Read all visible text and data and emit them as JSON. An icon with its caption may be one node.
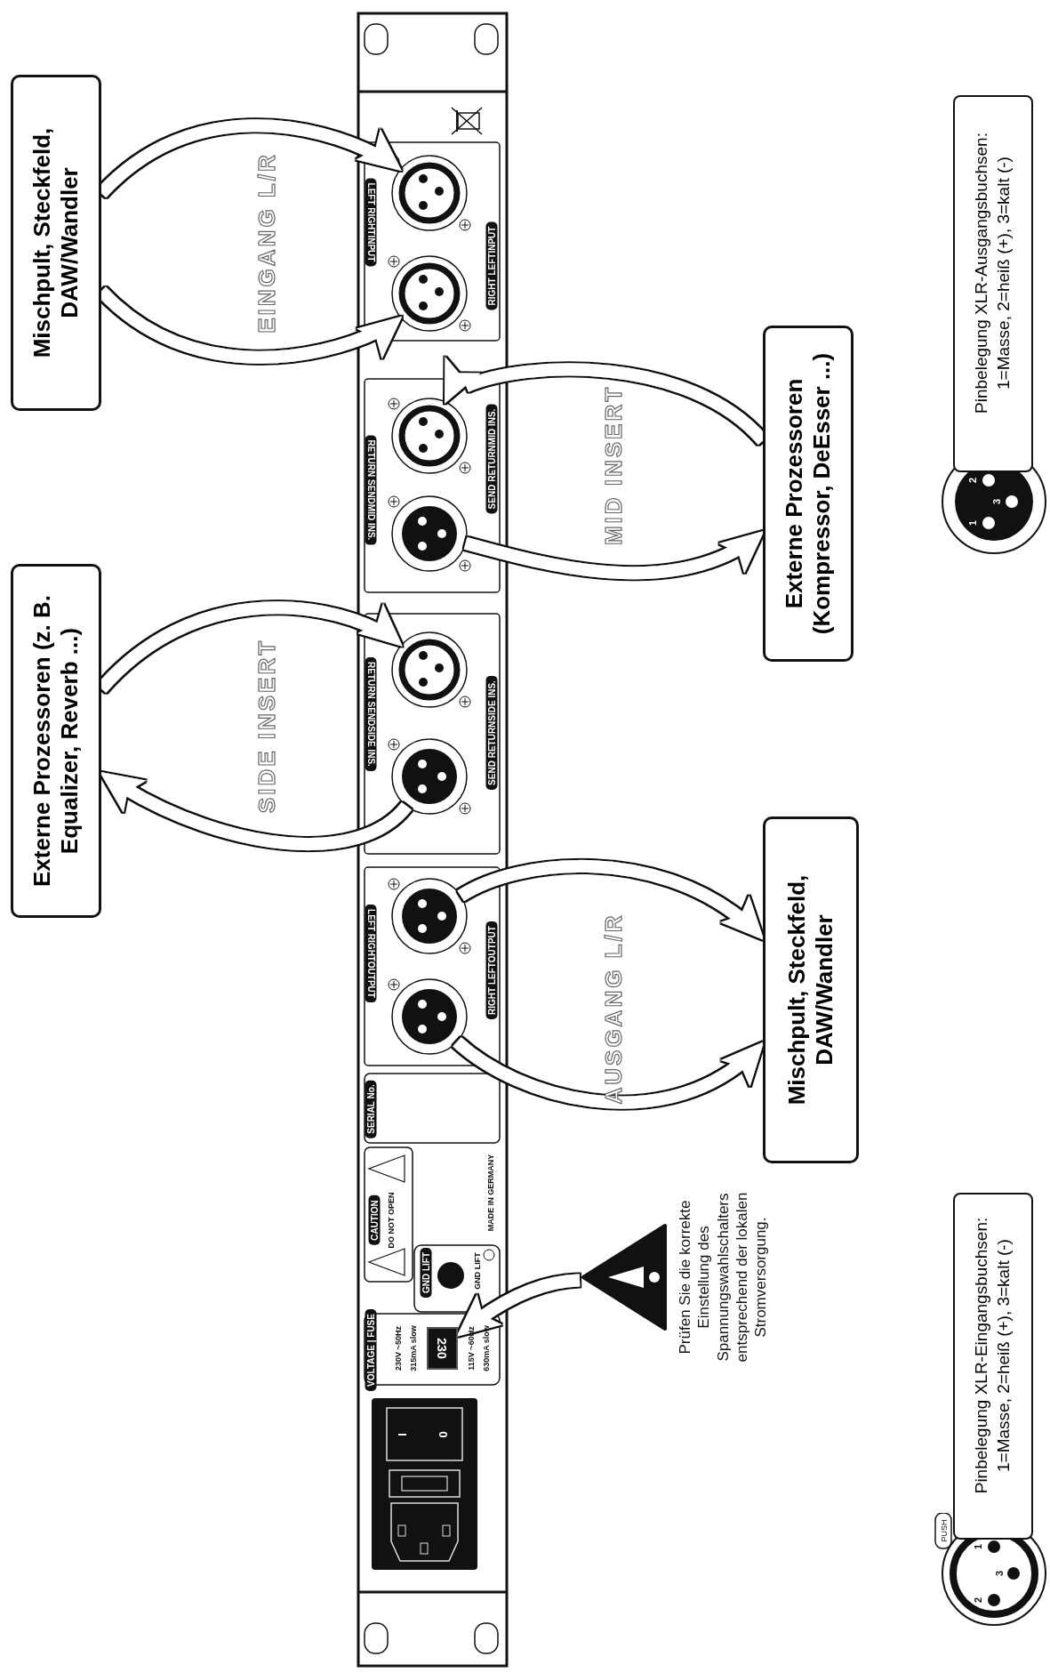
{
  "diagram": {
    "nodes": [
      {
        "text": [
          "Externe Prozessoren (z. B. Equalizer, Reverb ...)"
        ]
      },
      {
        "text": [
          "Mischpult, Steckfeld, DAW/Wandler"
        ]
      },
      {
        "text": [
          "230"
        ]
      },
      {
        "text": [],
        "shape": "circle"
      },
      {
        "text": [],
        "shape": "circle"
      },
      {
        "text": [],
        "shape": "circle"
      },
      {
        "text": [],
        "shape": "circle"
      },
      {
        "text": [],
        "shape": "circle"
      },
      {
        "text": [],
        "shape": "circle"
      },
      {
        "text": [],
        "shape": "circle"
      },
      {
        "text": [],
        "shape": "circle"
      },
      {
        "text": [
          "Prüfen Sie die korrekte Einstellung des Spannungswahlschalters entsprechend der lokalen Stromversorgung."
        ]
      },
      {
        "text": [
          "Mischpult, Steckfeld, DAW/Wandler"
        ]
      },
      {
        "text": [
          "Externe Prozessoren (Kompressor, DeEsser ...)"
        ]
      },
      {
        "text": [
          "Pinbelegung XLR-Eingangsbuchsen: 1=Masse, 2=heiß (+), 3=kalt (-)"
        ],
        "beside": [
          "PUSH",
          "2",
          "3",
          "1"
        ]
      },
      {
        "text": [
          "Pinbelegung XLR-Ausgangsbuchsen: 1=Masse, 2=heiß (+), 3=kalt (-)"
        ],
        "beside": [
          "1",
          "3",
          "2"
        ]
      }
    ],
    "edges": [
      {
        "from": 1,
        "to": 10,
        "arrow": "to"
      },
      {
        "from": 1,
        "to": 9,
        "arrow": "to"
      },
      {
        "from": 5,
        "to": 0,
        "arrow": "to"
      },
      {
        "from": 0,
        "to": 6,
        "arrow": "to"
      },
      {
        "from": 7,
        "to": 13,
        "arrow": "to"
      },
      {
        "from": 13,
        "to": 8,
        "arrow": "to"
      },
      {
        "from": 3,
        "to": 12,
        "arrow": "to"
      },
      {
        "from": 4,
        "to": 12,
        "arrow": "to"
      },
      {
        "from": 11,
        "to": 2,
        "arrow": "to"
      }
    ],
    "labels": [
      "I",
      "0",
      "VOLTAGE | FUSE",
      "230V ~50Hz",
      "315mA slow",
      "115V ~60Hz",
      "630mA slow",
      "CAUTION",
      "DO NOT OPEN",
      "GND LIFT",
      "GND LIFT",
      "MADE IN GERMANY",
      "SERIAL No.",
      "LEFT RIGHTOUTPUT",
      "RIGHT LEFTOUTPUT",
      "RETURN SENDSIDE INS.",
      "SEND RETURNSIDE INS.",
      "RETURN SENDMID INS.",
      "SEND RETURNMID INS.",
      "LEFT RIGHTINPUT",
      "RIGHT LEFTINPUT",
      "EINGANG L/R",
      "SIDE INSERT",
      "AUSGANG L/R",
      "MID INSERT"
    ]
  }
}
